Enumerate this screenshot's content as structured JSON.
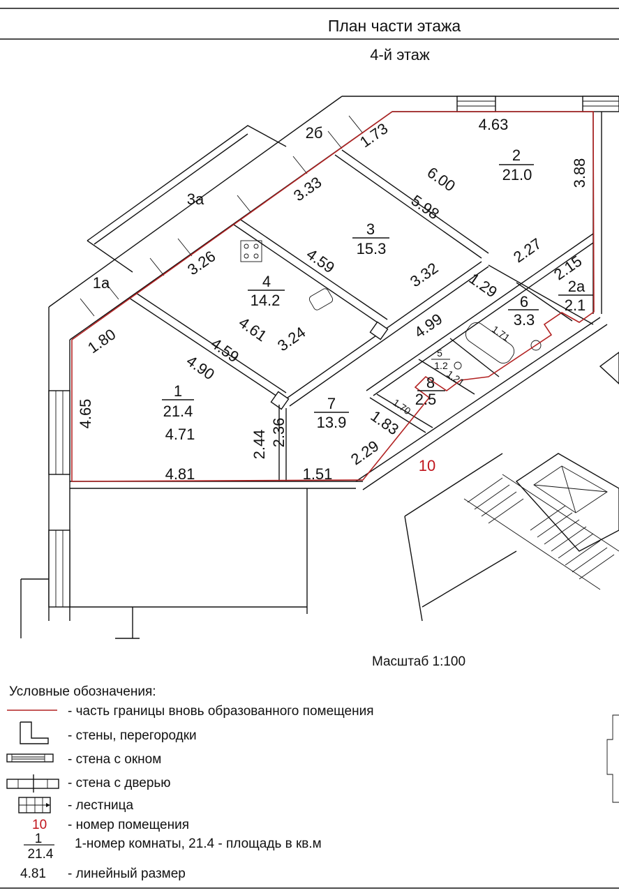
{
  "header": {
    "title": "План части этажа",
    "subtitle": "4-й этаж"
  },
  "colors": {
    "boundary": "#b22222",
    "premise_number": "#c0141c",
    "lines": "#111111"
  },
  "rooms": [
    {
      "number": "1",
      "area": "21.4"
    },
    {
      "number": "2",
      "area": "21.0"
    },
    {
      "number": "2а",
      "area": "2.1"
    },
    {
      "number": "3",
      "area": "15.3"
    },
    {
      "number": "4",
      "area": "14.2"
    },
    {
      "number": "5",
      "area": "1.2"
    },
    {
      "number": "6",
      "area": "3.3"
    },
    {
      "number": "7",
      "area": "13.9"
    },
    {
      "number": "8",
      "area": "2.5"
    }
  ],
  "balconies": {
    "b2b": "2б",
    "b3a": "3а",
    "b1a": "1а"
  },
  "premise_number": "10",
  "dimensions": {
    "d173": "1.73",
    "d463": "4.63",
    "d600": "6.00",
    "d598": "5.98",
    "d388": "3.88",
    "d333": "3.33",
    "d326": "3.26",
    "d459a": "4.59",
    "d227": "2.27",
    "d215": "2.15",
    "d332": "3.32",
    "d129": "1.29",
    "d461": "4.61",
    "d324": "3.24",
    "d180": "1.80",
    "d459b": "4.59",
    "d499": "4.99",
    "d171": "1.71",
    "d121": "1.21",
    "d490": "4.90",
    "d471": "4.71",
    "d465": "4.65",
    "d170": "1.70",
    "d183": "1.83",
    "d244": "2.44",
    "d236": "2.36",
    "d229": "2.29",
    "d481": "4.81",
    "d151": "1.51"
  },
  "scale": "Масштаб 1:100",
  "legend": {
    "title": "Условные обозначения:",
    "items": [
      {
        "symbol": "red-line",
        "text": "- часть границы вновь образованного помещения"
      },
      {
        "symbol": "wall",
        "text": "- стены, перегородки"
      },
      {
        "symbol": "window-wall",
        "text": "- стена с окном"
      },
      {
        "symbol": "door-wall",
        "text": "- стена с дверью"
      },
      {
        "symbol": "stairs",
        "text": "- лестница"
      },
      {
        "symbol": "10",
        "text": "- номер помещения"
      },
      {
        "symbol_num": "1",
        "symbol_area": "21.4",
        "text": "1-номер комнаты, 21.4 - площадь в кв.м"
      },
      {
        "symbol": "4.81",
        "text": "- линейный размер"
      }
    ]
  }
}
